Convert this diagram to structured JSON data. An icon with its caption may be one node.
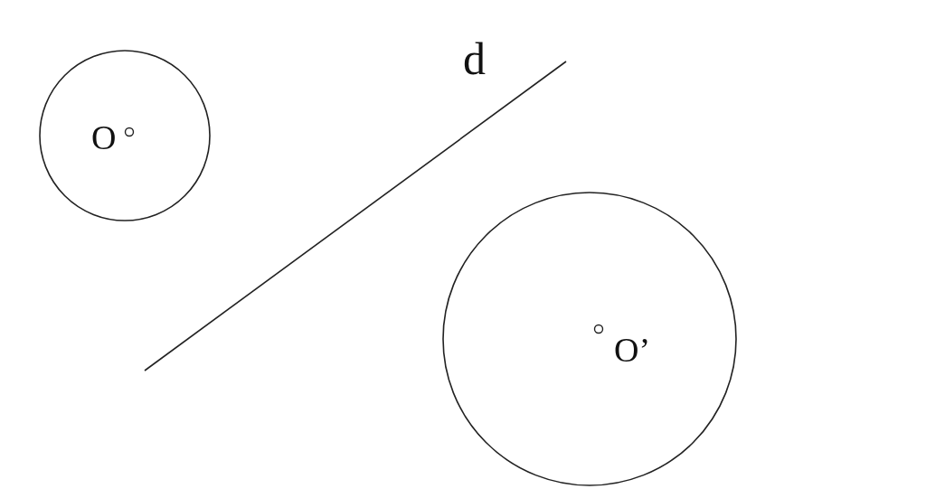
{
  "diagram": {
    "nodes": [
      {
        "text": [
          "O"
        ]
      },
      {
        "text": [
          "O’"
        ]
      }
    ],
    "labels": [
      "d"
    ]
  }
}
